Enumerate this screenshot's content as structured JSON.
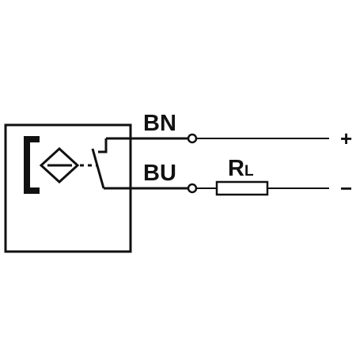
{
  "colors": {
    "line": "#111111",
    "background": "#ffffff"
  },
  "wires": {
    "top": {
      "label": "BN",
      "terminal": "+"
    },
    "bottom": {
      "label": "BU",
      "terminal": "−"
    }
  },
  "load": {
    "label_main": "R",
    "label_sub": "L"
  },
  "icons": [
    "sensor-face-icon",
    "inductive-coil-icon",
    "switch-contact-icon",
    "resistor-icon",
    "terminal-node-icon"
  ]
}
